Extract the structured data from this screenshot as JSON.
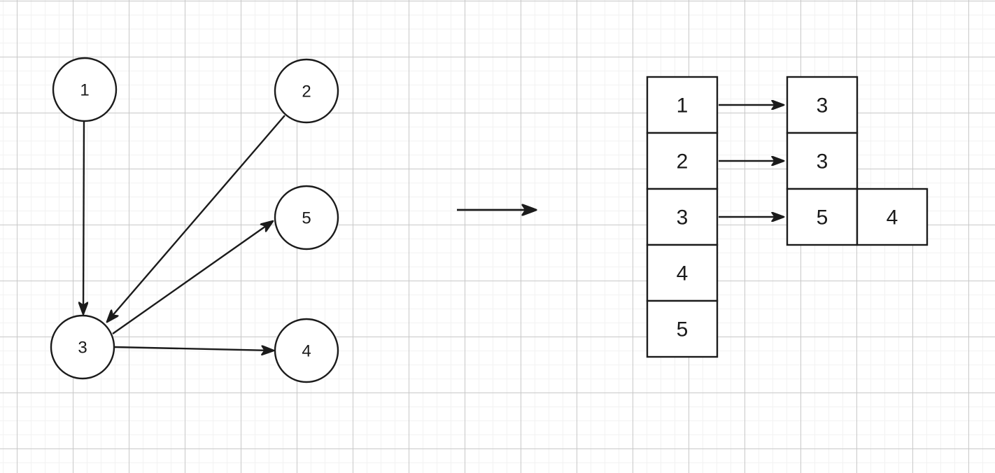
{
  "title": "directed-graph-to-adjacency-list",
  "colors": {
    "background": "#ffffff",
    "stroke": "#1b1b1b",
    "shape_fill": "#ffffff",
    "grid_minor": "#f2f2f2",
    "grid_major": "#c8c8c8"
  },
  "graph": {
    "nodes": [
      {
        "id": "1",
        "label": "1"
      },
      {
        "id": "2",
        "label": "2"
      },
      {
        "id": "3",
        "label": "3"
      },
      {
        "id": "4",
        "label": "4"
      },
      {
        "id": "5",
        "label": "5"
      }
    ],
    "edges": [
      {
        "from": "1",
        "to": "3"
      },
      {
        "from": "2",
        "to": "3"
      },
      {
        "from": "3",
        "to": "5"
      },
      {
        "from": "3",
        "to": "4"
      }
    ]
  },
  "transform": {
    "symbol": "right-arrow"
  },
  "adjacency_list": {
    "array_cells": [
      "1",
      "2",
      "3",
      "4",
      "5"
    ],
    "lists": [
      {
        "index": "1",
        "items": [
          "3"
        ]
      },
      {
        "index": "2",
        "items": [
          "3"
        ]
      },
      {
        "index": "3",
        "items": [
          "5",
          "4"
        ]
      },
      {
        "index": "4",
        "items": []
      },
      {
        "index": "5",
        "items": []
      }
    ]
  }
}
